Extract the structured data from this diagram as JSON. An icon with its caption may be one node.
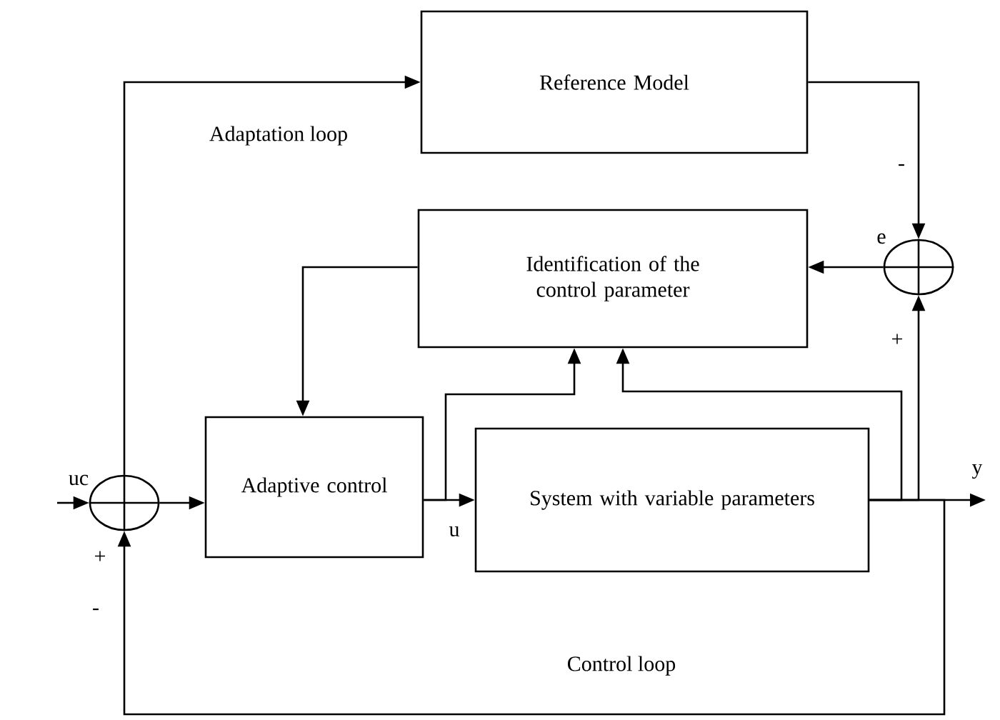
{
  "diagram": {
    "nodes": [
      {
        "text": [
          "Reference Model"
        ]
      },
      {
        "text": [
          "Identification of the control parameter"
        ]
      },
      {
        "text": [],
        "shape": "circle"
      },
      {
        "text": [
          "Adaptive control"
        ]
      },
      {
        "text": [
          "System with variable parameters"
        ]
      },
      {
        "text": [],
        "shape": "circle"
      }
    ],
    "edges": [
      {
        "from": null,
        "to": 5,
        "arrow": "to",
        "label": "uc"
      },
      {
        "from": 5,
        "to": 3,
        "arrow": "to"
      },
      {
        "from": 3,
        "to": 4,
        "arrow": "to",
        "label": "u"
      },
      {
        "from": 4,
        "to": null,
        "arrow": "to",
        "label": "y"
      },
      {
        "from": 0,
        "to": 2,
        "arrow": "to"
      },
      {
        "from": 2,
        "to": 1,
        "arrow": "to",
        "label": "e"
      },
      {
        "from": 4,
        "to": 2,
        "arrow": "to"
      },
      {
        "from": 4,
        "to": 1,
        "arrow": "to"
      },
      {
        "from": 3,
        "to": 1,
        "arrow": "to"
      },
      {
        "from": 1,
        "to": 3,
        "arrow": "to"
      },
      {
        "from": 5,
        "to": 0,
        "arrow": "to"
      },
      {
        "from": 4,
        "to": 5,
        "arrow": "to"
      }
    ],
    "labels": [
      "Adaptation loop",
      "-",
      "+",
      "+",
      "-",
      "Control loop"
    ]
  }
}
